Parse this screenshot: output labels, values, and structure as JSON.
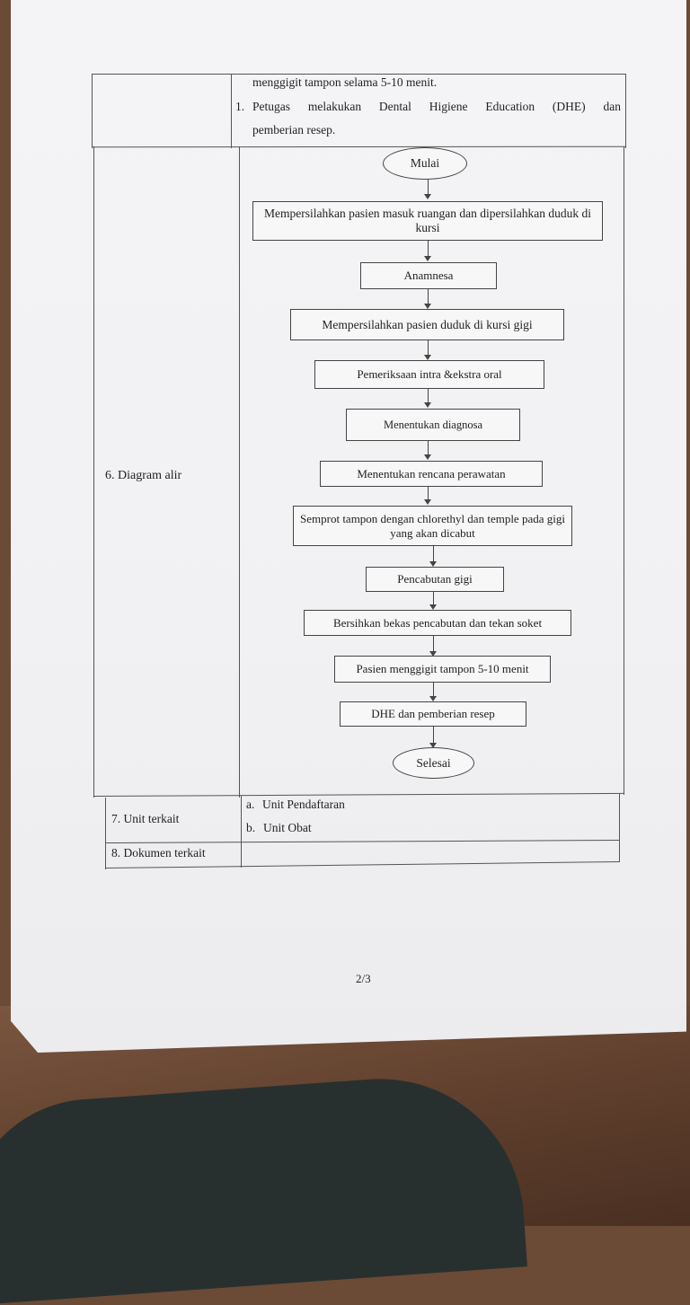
{
  "top_section": {
    "line1": "menggigit tampon selama 5-10 menit.",
    "item_number": "1.",
    "item_text_line1": "Petugas melakukan Dental Higiene Education (DHE) dan",
    "item_text_line2": "pemberian resep."
  },
  "diagram_row": {
    "label": "6. Diagram alir",
    "start": "Mulai",
    "steps": [
      "Mempersilahkan pasien masuk ruangan dan dipersilahkan duduk di kursi",
      "Anamnesa",
      "Mempersilahkan pasien duduk di kursi gigi",
      "Pemeriksaan intra &ekstra oral",
      "Menentukan diagnosa",
      "Menentukan rencana perawatan",
      "Semprot tampon dengan  chlorethyl dan temple pada gigi yang akan dicabut",
      "Pencabutan gigi",
      "Bersihkan bekas pencabutan dan tekan soket",
      "Pasien menggigit tampon 5-10 menit",
      "DHE dan pemberian resep"
    ],
    "end": "Selesai"
  },
  "unit_row": {
    "label": "7. Unit terkait",
    "item_a_marker": "a.",
    "item_a": "Unit Pendaftaran",
    "item_b_marker": "b.",
    "item_b": "Unit Obat"
  },
  "document_row": {
    "label": "8. Dokumen  terkait"
  },
  "page_number": "2/3"
}
